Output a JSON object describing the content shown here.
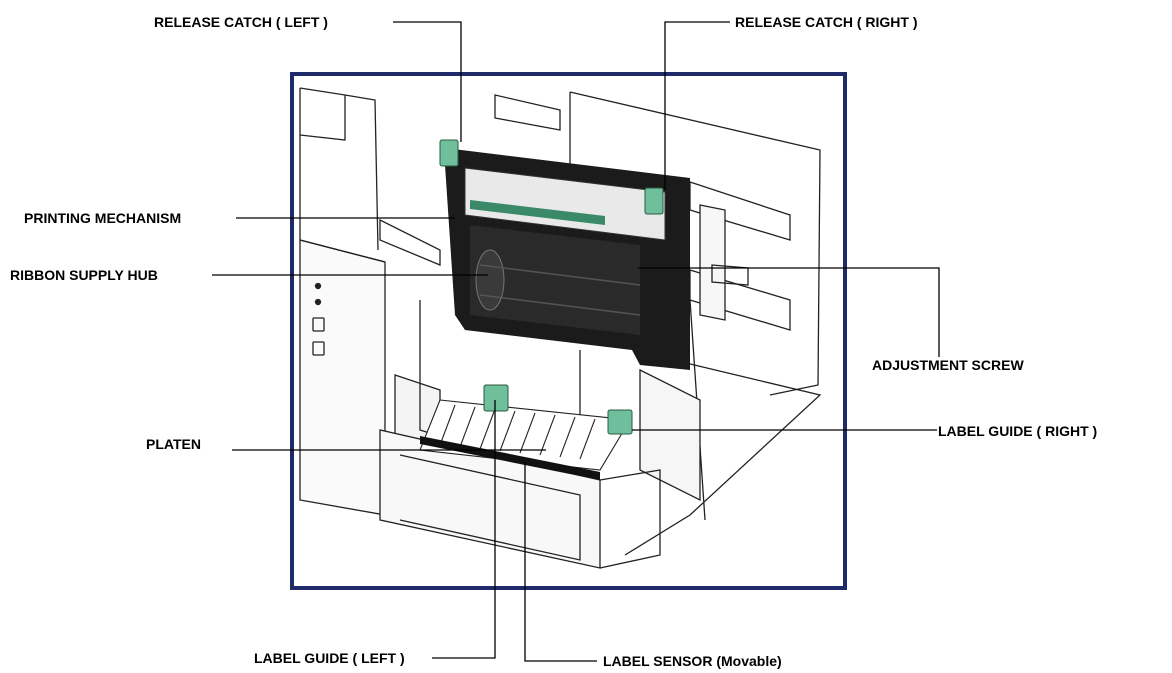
{
  "callouts": {
    "release_catch_left": "RELEASE CATCH ( LEFT )",
    "release_catch_right": "RELEASE CATCH ( RIGHT )",
    "printing_mechanism": "PRINTING MECHANISM",
    "ribbon_supply_hub": "RIBBON SUPPLY HUB",
    "adjustment_screw": "ADJUSTMENT SCREW",
    "platen": "PLATEN",
    "label_guide_right": "LABEL GUIDE ( RIGHT )",
    "label_guide_left": "LABEL GUIDE ( LEFT )",
    "label_sensor": "LABEL SENSOR (Movable)"
  },
  "colors": {
    "frame": "#1f2a6b",
    "catch_green": "#6fbf9c",
    "line": "#000000"
  }
}
